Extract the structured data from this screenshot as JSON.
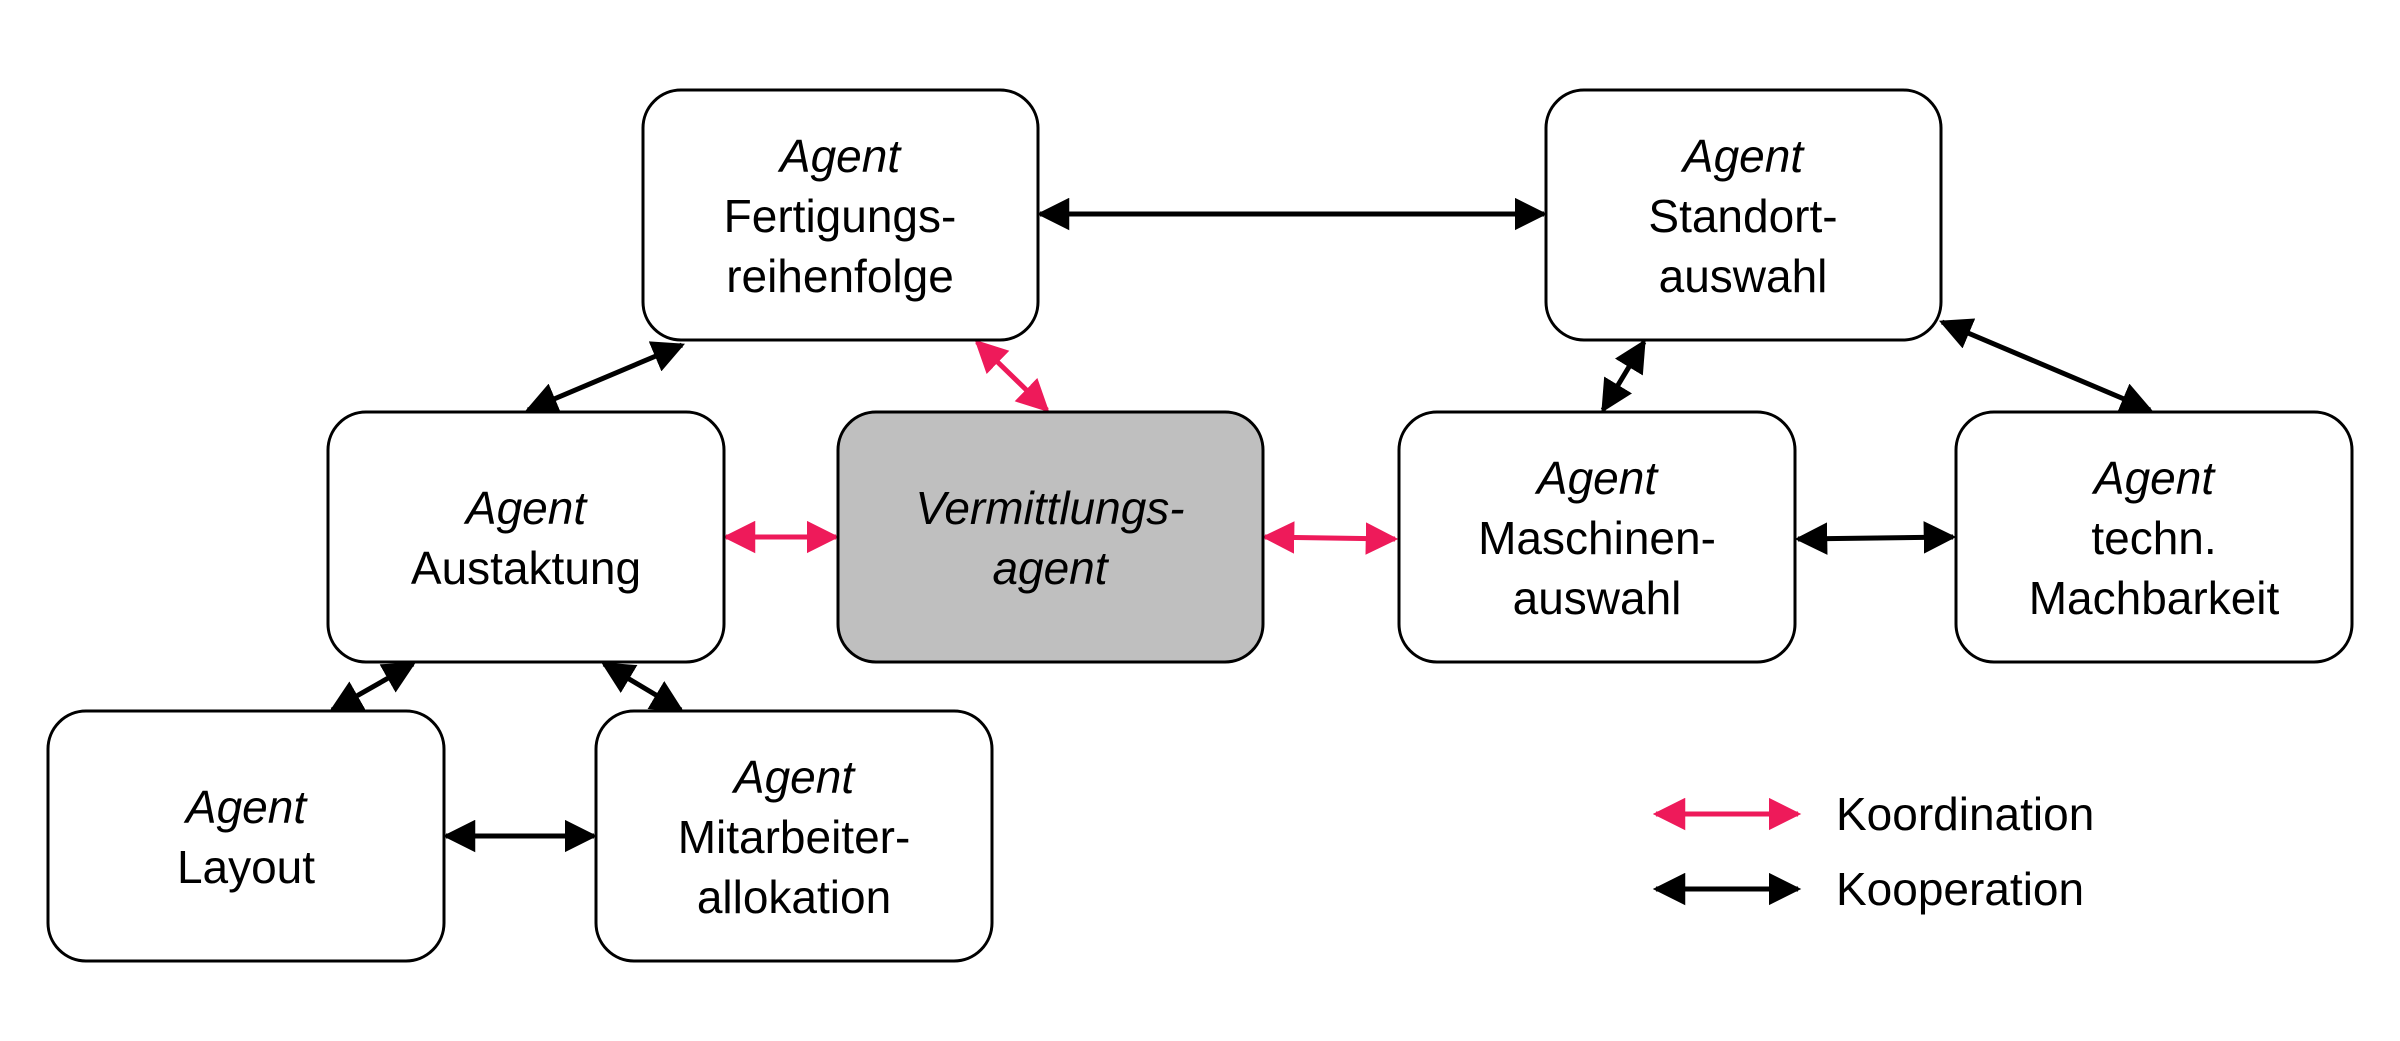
{
  "colors": {
    "coordination": "#ee1a5a",
    "cooperation": "#000000",
    "hub_fill": "#bfbfbf",
    "node_fill": "#ffffff"
  },
  "nodes": {
    "fertigungsreihenfolge": {
      "line1": "Agent",
      "line2": "Fertigungs-",
      "line3": "reihenfolge"
    },
    "standortauswahl": {
      "line1": "Agent",
      "line2": "Standort-",
      "line3": "auswahl"
    },
    "austaktung": {
      "line1": "Agent",
      "line2": "Austaktung"
    },
    "vermittlungsagent": {
      "line1": "Vermittlungs-",
      "line2": "agent"
    },
    "maschinenauswahl": {
      "line1": "Agent",
      "line2": "Maschinen-",
      "line3": "auswahl"
    },
    "machbarkeit": {
      "line1": "Agent",
      "line2": "techn.",
      "line3": "Machbarkeit"
    },
    "layout": {
      "line1": "Agent",
      "line2": "Layout"
    },
    "mitarbeiterallokation": {
      "line1": "Agent",
      "line2": "Mitarbeiter-",
      "line3": "allokation"
    }
  },
  "edges": [
    {
      "from": "fertigungsreihenfolge",
      "to": "standortauswahl",
      "type": "cooperation"
    },
    {
      "from": "fertigungsreihenfolge",
      "to": "austaktung",
      "type": "cooperation"
    },
    {
      "from": "fertigungsreihenfolge",
      "to": "vermittlungsagent",
      "type": "coordination"
    },
    {
      "from": "standortauswahl",
      "to": "maschinenauswahl",
      "type": "cooperation"
    },
    {
      "from": "standortauswahl",
      "to": "machbarkeit",
      "type": "cooperation"
    },
    {
      "from": "austaktung",
      "to": "vermittlungsagent",
      "type": "coordination"
    },
    {
      "from": "vermittlungsagent",
      "to": "maschinenauswahl",
      "type": "coordination"
    },
    {
      "from": "maschinenauswahl",
      "to": "machbarkeit",
      "type": "cooperation"
    },
    {
      "from": "austaktung",
      "to": "layout",
      "type": "cooperation"
    },
    {
      "from": "austaktung",
      "to": "mitarbeiterallokation",
      "type": "cooperation"
    },
    {
      "from": "layout",
      "to": "mitarbeiterallokation",
      "type": "cooperation"
    }
  ],
  "legend": {
    "coordination_label": "Koordination",
    "cooperation_label": "Kooperation"
  }
}
